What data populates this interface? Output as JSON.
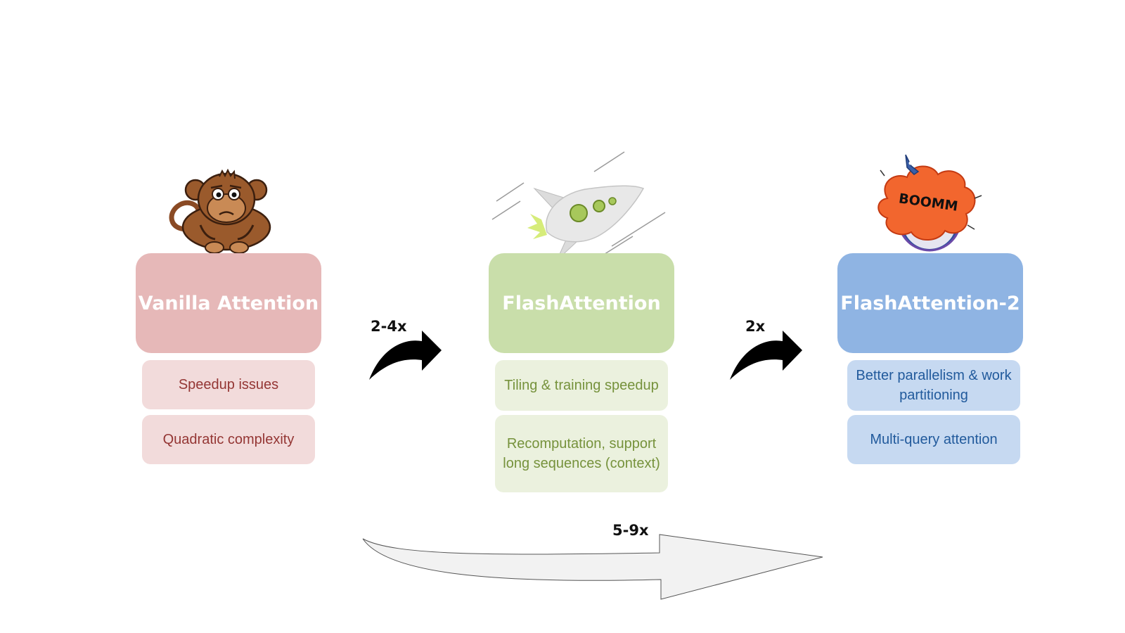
{
  "stages": [
    {
      "title": "Vanilla Attention",
      "notes": [
        "Speedup issues",
        "Quadratic complexity"
      ]
    },
    {
      "title": "FlashAttention",
      "notes": [
        "Tiling & training speedup",
        "Recomputation, support long sequences (context)"
      ]
    },
    {
      "title": "FlashAttention-2",
      "notes": [
        "Better parallelism & work partitioning",
        "Multi-query attention"
      ]
    }
  ],
  "speedups": {
    "vanilla_to_flash": "2-4x",
    "flash_to_flash2": "2x",
    "overall": "5-9x"
  },
  "illustrations": {
    "vanilla": "monkey-icon",
    "flash": "rocket-icon",
    "flash2": "explosion-icon",
    "explosion_text": "BOOMM"
  },
  "colors": {
    "vanilla": "#e6b8b8",
    "flash": "#c9deaa",
    "flash2": "#8fb4e3"
  }
}
